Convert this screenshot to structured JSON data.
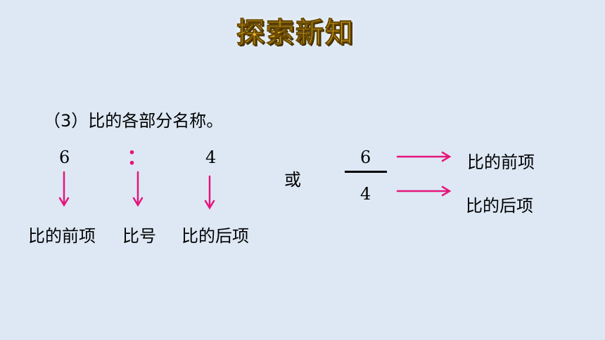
{
  "title": "探索新知",
  "subtitle": "（3）比的各部分名称。",
  "ratio_row": {
    "antecedent": "6",
    "colon": "：",
    "consequent": "4"
  },
  "labels_row": {
    "antecedent_label": "比的前项",
    "sign_label": "比号",
    "consequent_label": "比的后项"
  },
  "or_text": "或",
  "fraction": {
    "numerator": "6",
    "denominator": "4",
    "numerator_label": "比的前项",
    "denominator_label": "比的后项"
  },
  "colors": {
    "arrow": "#e6157a",
    "colon": "#e6157a",
    "title": "#f2c230",
    "background": "#dde8f4"
  }
}
